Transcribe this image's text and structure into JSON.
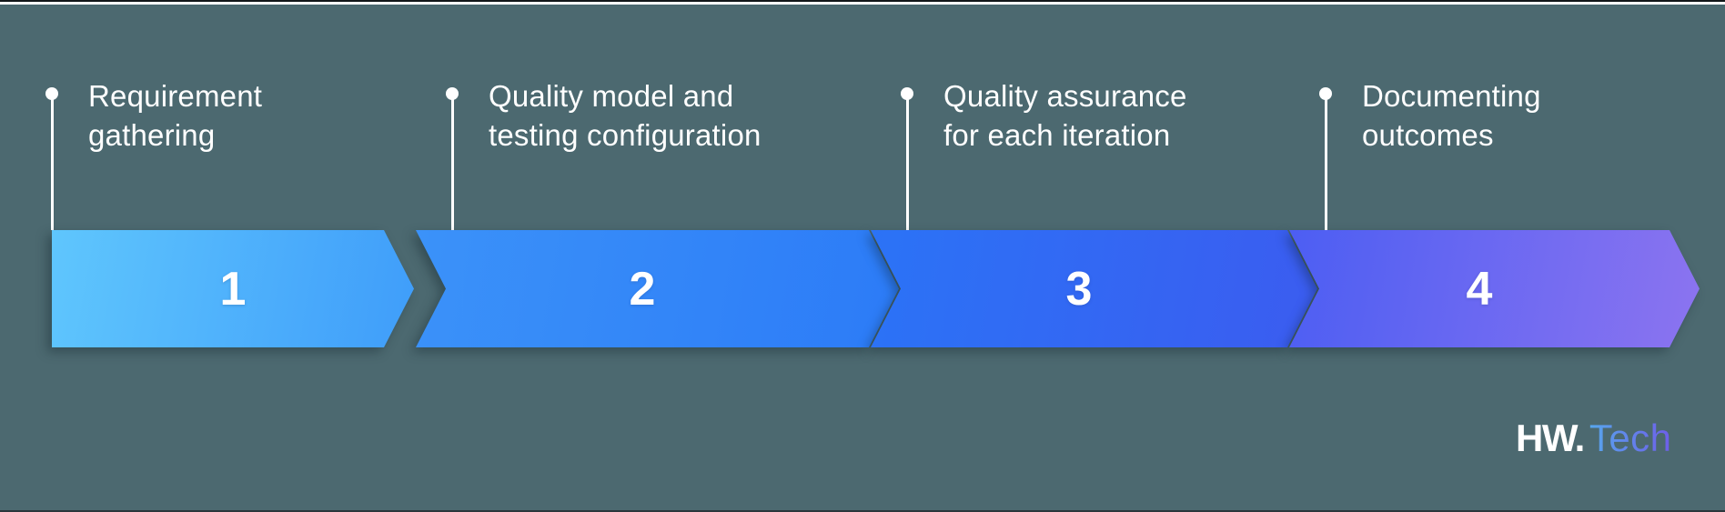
{
  "background_color": "#4C6970",
  "marker_color": "#FFFFFF",
  "text_color": "#FFFFFF",
  "steps": [
    {
      "number": "1",
      "lines": [
        "Requirement",
        "gathering"
      ],
      "gradient_from": "#5FC6FD",
      "gradient_to": "#3F9DFA"
    },
    {
      "number": "2",
      "lines": [
        "Quality model and",
        "testing configuration"
      ],
      "gradient_from": "#3B92F9",
      "gradient_to": "#2C7BF7"
    },
    {
      "number": "3",
      "lines": [
        "Quality assurance",
        "for each iteration"
      ],
      "gradient_from": "#2B73F6",
      "gradient_to": "#3B5CF0"
    },
    {
      "number": "4",
      "lines": [
        "Documenting",
        "outcomes"
      ],
      "gradient_from": "#4C5EF3",
      "gradient_to": "#8C74F0"
    }
  ],
  "logo": {
    "brand": "HW.",
    "suffix": "Tech",
    "suffix_gradient_from": "#57A7ED",
    "suffix_gradient_to": "#6E5DE9"
  }
}
